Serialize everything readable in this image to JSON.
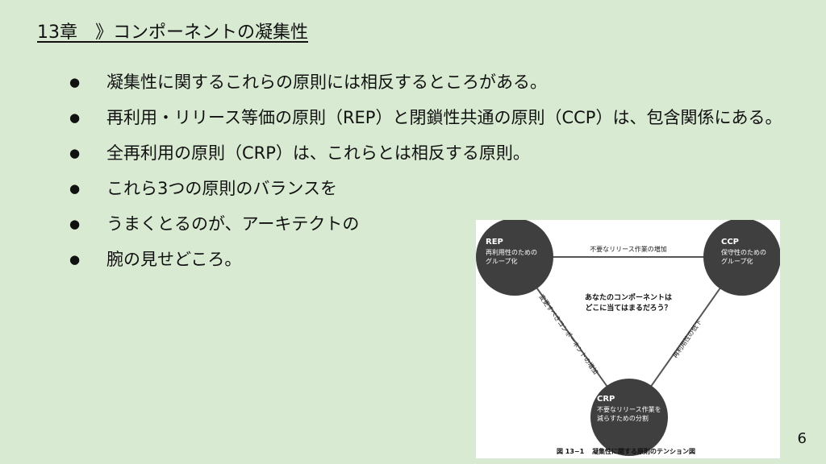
{
  "slide": {
    "title": "13章　》コンポーネントの凝集性",
    "bullet_symbol": "●",
    "bullets": [
      "凝集性に関するこれらの原則には相反するところがある。",
      "再利用・リリース等価の原則（REP）と閉鎖性共通の原則（CCP）は、包含関係にある。",
      "全再利用の原則（CRP）は、これらとは相反する原則。",
      "これら3つの原則のバランスを",
      "うまくとるのが、アーキテクトの",
      "腕の見せどころ。"
    ],
    "page_number": "6"
  },
  "figure": {
    "rep": {
      "name": "REP",
      "desc_1": "再利用性のための",
      "desc_2": "グループ化"
    },
    "ccp": {
      "name": "CCP",
      "desc_1": "保守性のための",
      "desc_2": "グループ化"
    },
    "crp": {
      "name": "CRP",
      "desc_1": "不要なリリース作業を",
      "desc_2": "減らすための分割"
    },
    "edge_top": "不要なリリース作業の増加",
    "edge_left": "変更すべきコンポーネントの増加",
    "edge_right": "再利用性の低下",
    "center_1": "あなたのコンポーネントは",
    "center_2": "どこに当てはまるだろう？",
    "caption_number": "図 13−1",
    "caption_text": "凝集性に関する原則のテンション図",
    "colors": {
      "node": "#3f3f3f",
      "line": "#555555",
      "node_text": "#ffffff"
    }
  }
}
